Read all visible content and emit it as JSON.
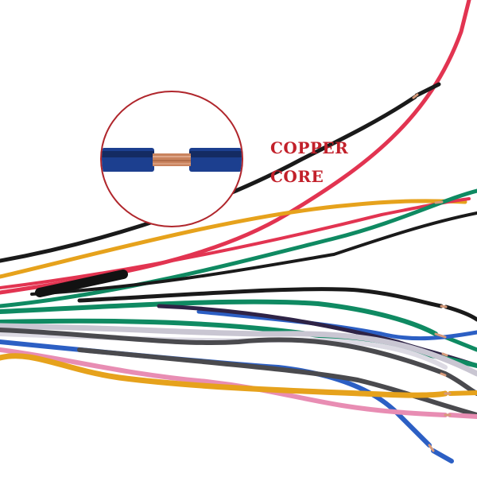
{
  "image": {
    "description": "Bundle of colored insulated electrical wires with stripped copper ends and a circular magnified inset showing a stripped blue wire",
    "annotation": {
      "line1": "COPPER",
      "line2": "CORE",
      "color": "#c2202a"
    },
    "inset": {
      "border_color": "#b0262c",
      "wire_color": "#1c3f8f",
      "core_color": "#c9835e"
    },
    "wire_colors": {
      "red": "#e23451",
      "black": "#1a1a1a",
      "yellow": "#e6a21c",
      "green": "#0f8a62",
      "blue": "#2c5fc4",
      "purple": "#2e2346",
      "gray": "#c9c6d2",
      "dark_gray": "#4a4a4e",
      "pink": "#e88db3",
      "copper": "#d79a7a"
    }
  }
}
